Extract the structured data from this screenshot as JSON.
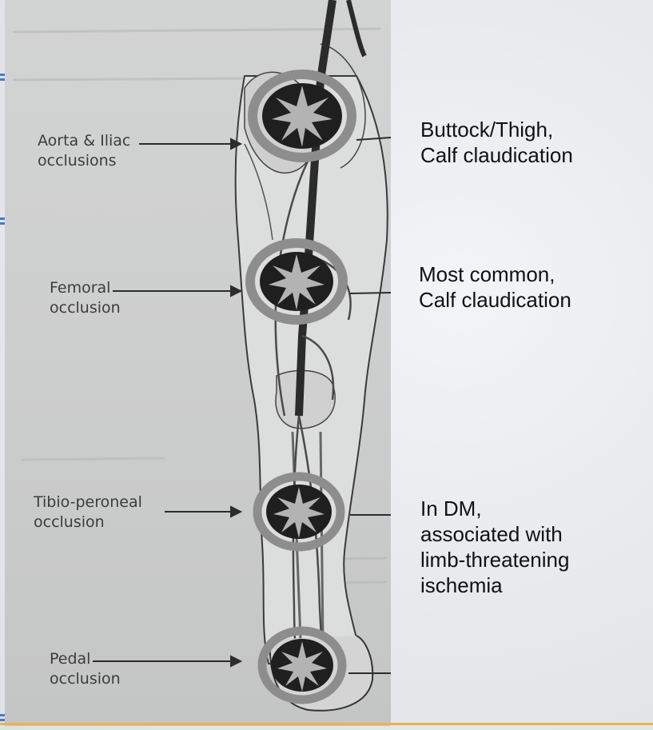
{
  "diagram": {
    "levels": [
      {
        "label_lines": [
          "Aorta & Iliac",
          "occlusions"
        ],
        "description_lines": [
          "Buttock/Thigh,",
          "Calf claudication"
        ]
      },
      {
        "label_lines": [
          "Femoral",
          "occlusion"
        ],
        "description_lines": [
          "Most common,",
          "Calf claudication"
        ]
      },
      {
        "label_lines": [
          "Tibio-peroneal",
          "occlusion"
        ],
        "description_lines": [
          "In DM,",
          "associated with",
          "limb-threatening",
          "ischemia"
        ]
      },
      {
        "label_lines": [
          "Pedal",
          "occlusion"
        ],
        "description_lines": []
      }
    ]
  },
  "colors": {
    "accent_bar": "#e9b54a",
    "left_marks": "#4a7bc4",
    "ring": "#8d8d8d",
    "star_dark": "#1d1d1d"
  }
}
